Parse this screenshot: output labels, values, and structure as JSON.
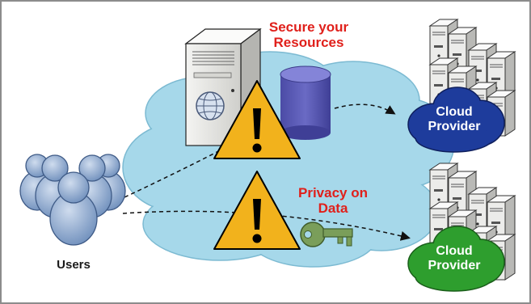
{
  "labels": {
    "secure_line1": "Secure your",
    "secure_line2": "Resources",
    "privacy_line1": "Privacy on",
    "privacy_line2": "Data",
    "users": "Users",
    "cloud_top_line1": "Cloud",
    "cloud_top_line2": "Provider",
    "cloud_bottom_line1": "Cloud",
    "cloud_bottom_line2": "Provider"
  },
  "icons": [
    "server-tower-icon",
    "globe-icon",
    "database-icon",
    "warning-icon",
    "key-icon",
    "users-icon",
    "server-rack-icon"
  ],
  "colors": {
    "network_cloud": "#a6d8ea",
    "cloud_top": "#1e3c9c",
    "cloud_bottom": "#2e9e2e",
    "warning_fill": "#f2b21c",
    "label_red": "#e0201b",
    "database": "#5a5ab8",
    "key": "#7a9e5a",
    "users": "#8aa4c8"
  }
}
